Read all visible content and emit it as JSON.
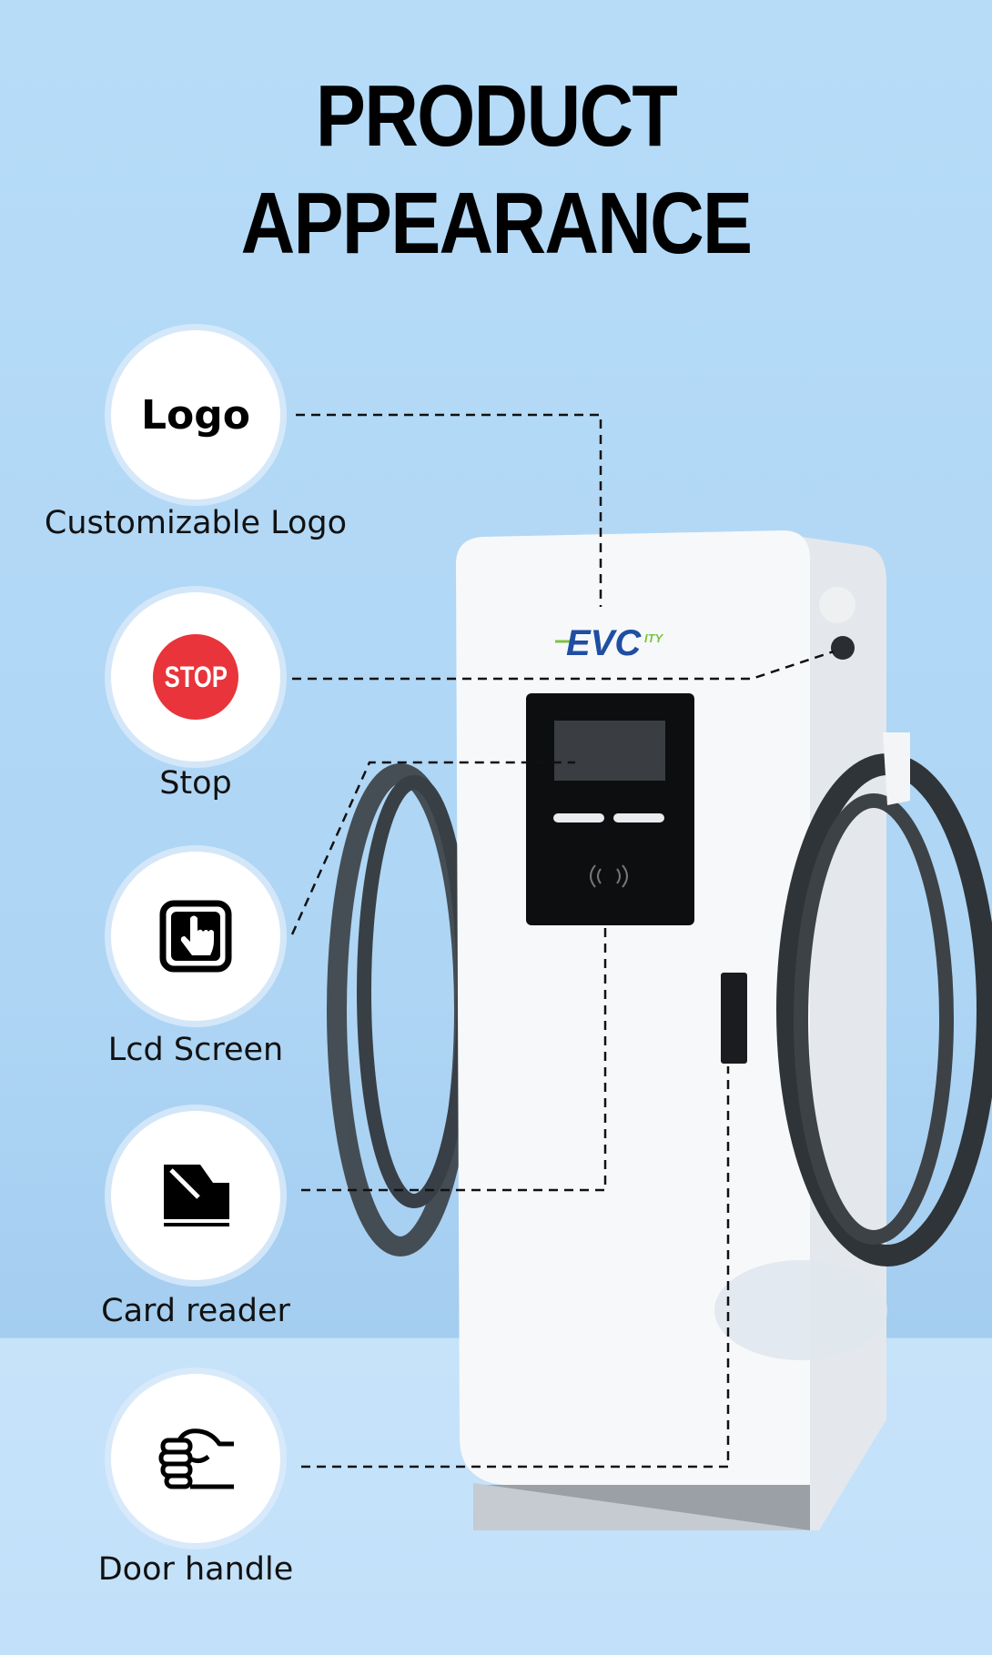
{
  "title": {
    "line1": "PRODUCT",
    "line2": "APPEARANCE"
  },
  "features": [
    {
      "icon_text": "Logo",
      "label": "Customizable Logo"
    },
    {
      "icon_text": "STOP",
      "label": "Stop"
    },
    {
      "icon": "touch-screen-icon",
      "label": "Lcd Screen"
    },
    {
      "icon": "card-reader-icon",
      "label": "Card reader"
    },
    {
      "icon": "hand-grip-icon",
      "label": "Door handle"
    }
  ],
  "brand": {
    "main": "EVC",
    "sub": "ITY"
  },
  "colors": {
    "stop": "#e8343a",
    "brand_blue": "#1f4ea3",
    "brand_green": "#7cc242"
  }
}
